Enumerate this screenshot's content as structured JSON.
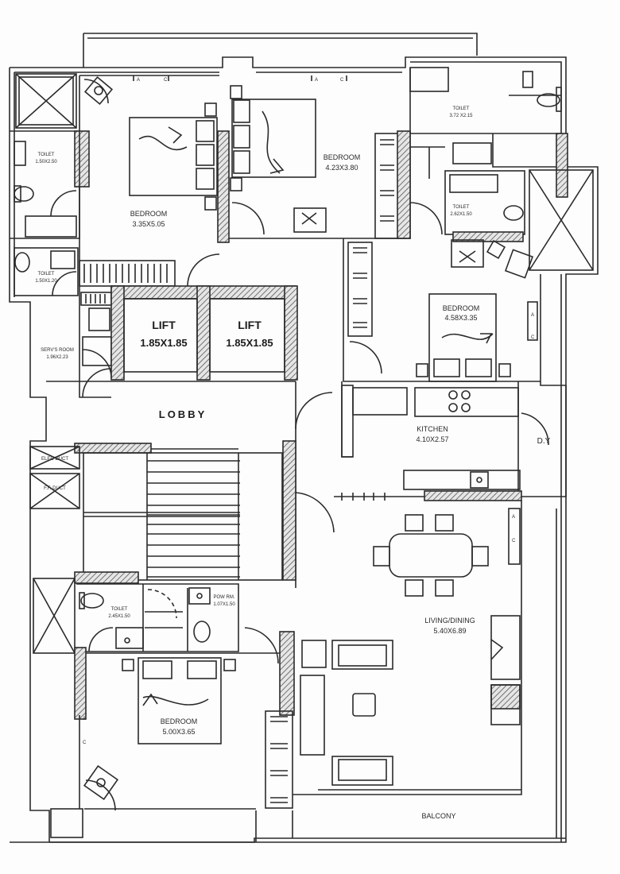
{
  "plan": {
    "lifts": [
      {
        "name": "LIFT",
        "size": "1.85X1.85"
      },
      {
        "name": "LIFT",
        "size": "1.85X1.85"
      }
    ],
    "lobby": "LOBBY",
    "ducts": {
      "elec": "ELEC DUCT",
      "fire": "F.F. DUCT"
    },
    "rooms": {
      "bedroom_nw": {
        "name": "BEDROOM",
        "size": "3.35X5.05"
      },
      "bedroom_n": {
        "name": "BEDROOM",
        "size": "4.23X3.80"
      },
      "bedroom_e": {
        "name": "BEDROOM",
        "size": "4.58X3.35"
      },
      "bedroom_sw": {
        "name": "BEDROOM",
        "size": "5.00X3.65"
      },
      "toilet_nw": {
        "name": "TOILET",
        "size": "1.50X2.50"
      },
      "toilet_w": {
        "name": "TOILET",
        "size": "1.50X1.20"
      },
      "toilet_ne": {
        "name": "TOILET",
        "size": "3.72 X2.15"
      },
      "toilet_e": {
        "name": "TOILET",
        "size": "2.62X1.50"
      },
      "toilet_sw": {
        "name": "TOILET",
        "size": "2.45X1.50"
      },
      "pow_rm": {
        "name": "POW RM.",
        "size": "1.07X1.50"
      },
      "servant": {
        "name": "SERV'S ROOM",
        "size": "1.96X2.23"
      },
      "kitchen": {
        "name": "KITCHEN",
        "size": "4.10X2.57"
      },
      "dry": {
        "name": "D.Y"
      },
      "living": {
        "name": "LIVING/DINING",
        "size": "5.40X6.89"
      },
      "balcony": {
        "name": "BALCONY"
      }
    },
    "wardrobe_marks": [
      "A",
      "C"
    ],
    "colors": {
      "line": "#2b2b2b",
      "hatch": "#555555",
      "paper": "#fdfdfd"
    }
  }
}
